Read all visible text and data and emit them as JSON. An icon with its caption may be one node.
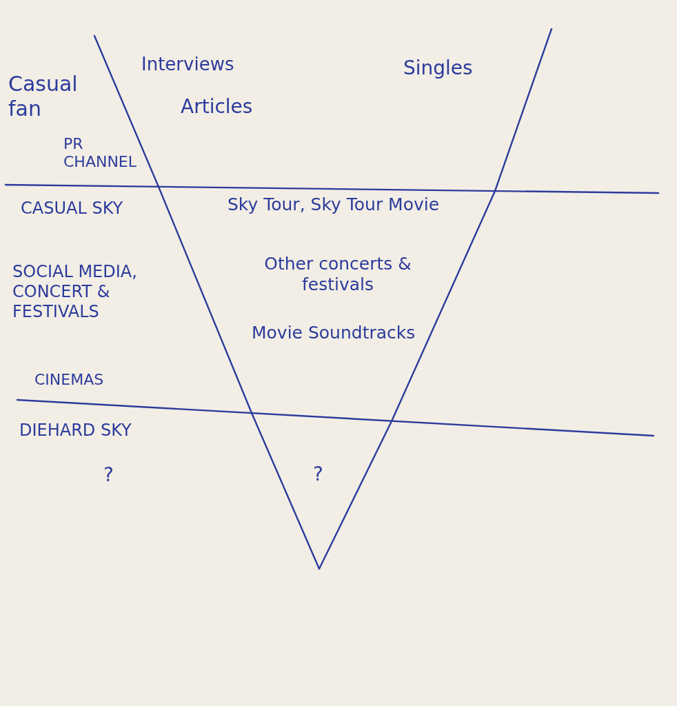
{
  "diagram": {
    "nodes": [
      {
        "text": [
          "Interviews",
          "Articles",
          "Singles"
        ]
      },
      {
        "text": [
          "Sky Tour, Sky Tour Movie",
          "Other concerts & festivals",
          "Movie Soundtracks"
        ]
      },
      {
        "text": [
          "?"
        ]
      }
    ],
    "labels": [
      "Casual fan",
      "PR CHANNEL",
      "CASUAL SKY",
      "SOCIAL MEDIA, CONCERT & FESTIVALS",
      "CINEMAS",
      "DIEHARD SKY",
      "?"
    ]
  }
}
